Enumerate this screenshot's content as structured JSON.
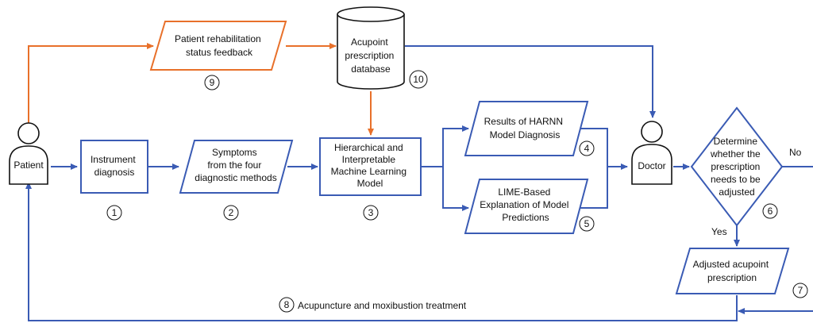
{
  "nodes": {
    "patient": "Patient",
    "instrument": [
      "Instrument",
      "diagnosis"
    ],
    "symptoms": [
      "Symptoms",
      "from the four",
      "diagnostic methods"
    ],
    "model": [
      "Hierarchical and",
      "Interpretable",
      "Machine Learning",
      "Model"
    ],
    "harnn": [
      "Results of HARNN",
      "Model Diagnosis"
    ],
    "lime": [
      "LIME-Based",
      "Explanation of Model",
      "Predictions"
    ],
    "doctor": "Doctor",
    "determine": [
      "Determine",
      "whether the",
      "prescription",
      "needs to be",
      "adjusted"
    ],
    "adjusted": [
      "Adjusted acupoint",
      "prescription"
    ],
    "feedback": [
      "Patient rehabilitation",
      "status feedback"
    ],
    "database": [
      "Acupoint",
      "prescription",
      "database"
    ]
  },
  "labels": {
    "no": "No",
    "yes": "Yes",
    "treatment": "Acupuncture and moxibustion treatment"
  },
  "steps": [
    "1",
    "2",
    "3",
    "4",
    "5",
    "6",
    "7",
    "8",
    "9",
    "10"
  ],
  "colors": {
    "blue": "#3a5bb4",
    "orange": "#e8702a"
  }
}
